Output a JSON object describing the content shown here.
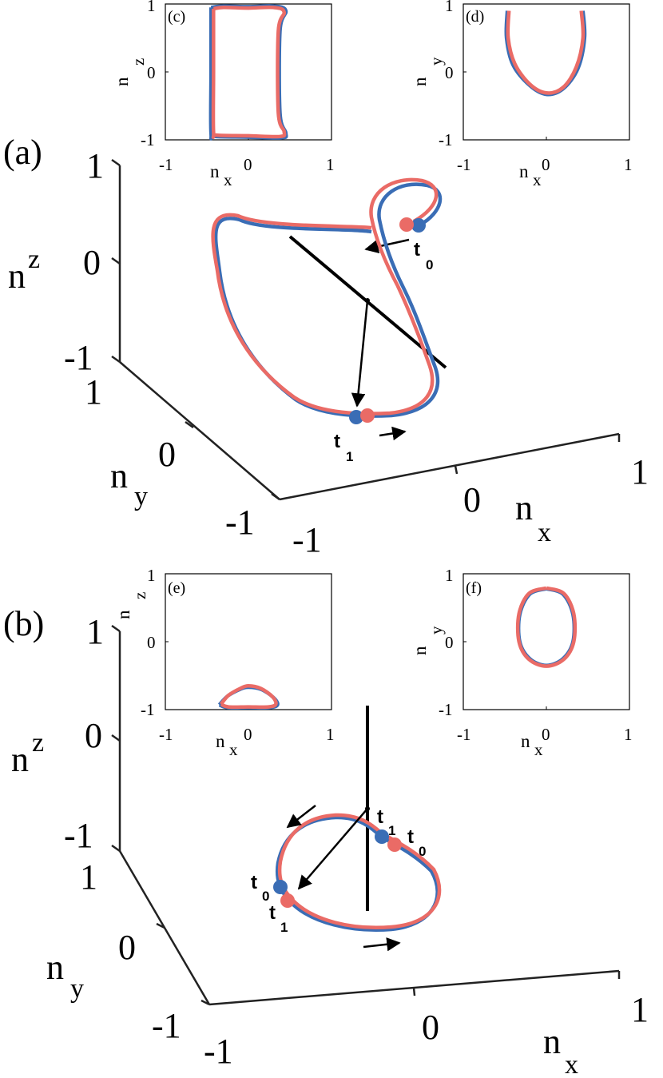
{
  "panels": {
    "a": "(a)",
    "b": "(b)",
    "c": "(c)",
    "d": "(d)",
    "e": "(e)",
    "f": "(f)"
  },
  "axis_labels": {
    "nx_main": "n",
    "nx_sub": "x",
    "ny_main": "n",
    "ny_sub": "y",
    "nz_main": "n",
    "nz_sub": "z"
  },
  "time_labels": {
    "t0_main": "t",
    "t0_sub": "0",
    "t1_main": "t",
    "t1_sub": "1"
  },
  "ticks": {
    "neg": "-1",
    "zero": "0",
    "pos": "1"
  },
  "colors": {
    "blue": "#3a6db5",
    "red": "#ea6b66",
    "axis": "#222222",
    "black": "#000000"
  },
  "chart_data": [
    {
      "type": "line",
      "panel": "(a)",
      "kind": "3d-trajectory",
      "xlabel": "n_x",
      "ylabel": "n_y",
      "zlabel": "n_z",
      "xlim": [
        -1,
        1
      ],
      "ylim": [
        -1,
        1
      ],
      "zlim": [
        -1,
        1
      ],
      "series": [
        {
          "color": "blue",
          "points": [
            [
              0.0,
              0.0,
              0.45
            ],
            [
              0.3,
              0.4,
              0.5
            ],
            [
              0.45,
              0.5,
              0.7
            ],
            [
              0.5,
              0.55,
              0.9
            ],
            [
              0.55,
              0.7,
              0.75
            ],
            [
              0.4,
              0.9,
              0.5
            ],
            [
              0.3,
              0.6,
              0.0
            ],
            [
              0.3,
              0.2,
              -0.8
            ],
            [
              -0.2,
              0.0,
              -0.85
            ],
            [
              -0.6,
              -0.2,
              -0.3
            ],
            [
              -0.7,
              -0.4,
              0.3
            ],
            [
              -0.5,
              -0.2,
              0.55
            ],
            [
              0.0,
              0.0,
              0.45
            ]
          ]
        },
        {
          "color": "red",
          "points": [
            [
              0.0,
              0.0,
              0.48
            ],
            [
              0.3,
              0.4,
              0.52
            ],
            [
              0.43,
              0.5,
              0.72
            ],
            [
              0.48,
              0.55,
              0.93
            ],
            [
              0.53,
              0.7,
              0.78
            ],
            [
              0.38,
              0.9,
              0.52
            ],
            [
              0.27,
              0.6,
              0.02
            ],
            [
              0.27,
              0.2,
              -0.78
            ],
            [
              -0.2,
              0.0,
              -0.83
            ],
            [
              -0.62,
              -0.2,
              -0.28
            ],
            [
              -0.72,
              -0.4,
              0.32
            ],
            [
              -0.5,
              -0.2,
              0.57
            ],
            [
              0.0,
              0.0,
              0.48
            ]
          ]
        }
      ],
      "markers": [
        {
          "label": "t_0",
          "series": "blue",
          "point": [
            0.55,
            0.7,
            0.75
          ]
        },
        {
          "label": "t_0",
          "series": "red",
          "point": [
            0.5,
            0.68,
            0.77
          ]
        },
        {
          "label": "t_1",
          "series": "blue",
          "point": [
            0.1,
            0.1,
            -0.85
          ]
        },
        {
          "label": "t_1",
          "series": "red",
          "point": [
            0.15,
            0.1,
            -0.84
          ]
        }
      ]
    },
    {
      "type": "line",
      "panel": "(c)",
      "xlabel": "n_x",
      "ylabel": "n_z",
      "xlim": [
        -1,
        1
      ],
      "ylim": [
        -1,
        1
      ],
      "xticks": [
        -1,
        0,
        1
      ],
      "yticks": [
        -1,
        0,
        1
      ],
      "series": [
        {
          "color": "blue",
          "x": [
            -0.45,
            -0.3,
            0.0,
            0.3,
            0.45,
            0.38,
            0.38,
            0.45,
            0.4,
            0.0,
            -0.4,
            -0.45,
            -0.45,
            -0.45
          ],
          "y": [
            0.95,
            0.97,
            0.96,
            0.97,
            0.9,
            0.6,
            -0.6,
            -0.9,
            -0.97,
            -0.96,
            -0.95,
            -0.9,
            0.0,
            0.95
          ]
        },
        {
          "color": "red",
          "x": [
            -0.42,
            -0.3,
            0.0,
            0.3,
            0.43,
            0.36,
            0.36,
            0.43,
            0.38,
            0.0,
            -0.38,
            -0.42,
            -0.42,
            -0.42
          ],
          "y": [
            0.93,
            0.95,
            0.94,
            0.95,
            0.88,
            0.6,
            -0.6,
            -0.88,
            -0.95,
            -0.94,
            -0.93,
            -0.88,
            0.0,
            0.93
          ]
        }
      ]
    },
    {
      "type": "line",
      "panel": "(d)",
      "xlabel": "n_x",
      "ylabel": "n_y",
      "xlim": [
        -1,
        1
      ],
      "ylim": [
        -1,
        1
      ],
      "xticks": [
        -1,
        0,
        1
      ],
      "yticks": [
        -1,
        0,
        1
      ],
      "series": [
        {
          "color": "blue",
          "x": [
            -0.47,
            -0.48,
            -0.4,
            -0.2,
            0.0,
            0.2,
            0.38,
            0.46,
            0.44
          ],
          "y": [
            0.9,
            0.5,
            0.1,
            -0.2,
            -0.33,
            -0.25,
            0.05,
            0.5,
            0.9
          ]
        },
        {
          "color": "red",
          "x": [
            -0.45,
            -0.46,
            -0.38,
            -0.2,
            0.0,
            0.2,
            0.36,
            0.44,
            0.42
          ],
          "y": [
            0.9,
            0.5,
            0.12,
            -0.18,
            -0.31,
            -0.23,
            0.07,
            0.5,
            0.9
          ]
        }
      ]
    },
    {
      "type": "line",
      "panel": "(b)",
      "kind": "3d-trajectory",
      "xlabel": "n_x",
      "ylabel": "n_y",
      "zlabel": "n_z",
      "xlim": [
        -1,
        1
      ],
      "ylim": [
        -1,
        1
      ],
      "zlim": [
        -1,
        1
      ],
      "series": [
        {
          "color": "blue",
          "points": [
            [
              0.3,
              0.0,
              -0.75
            ],
            [
              0.2,
              0.3,
              -0.7
            ],
            [
              -0.1,
              0.4,
              -0.72
            ],
            [
              -0.35,
              0.2,
              -0.8
            ],
            [
              -0.38,
              -0.1,
              -0.9
            ],
            [
              -0.2,
              -0.35,
              -0.95
            ],
            [
              0.15,
              -0.35,
              -0.9
            ],
            [
              0.35,
              -0.15,
              -0.85
            ],
            [
              0.3,
              0.0,
              -0.75
            ]
          ]
        },
        {
          "color": "red",
          "points": [
            [
              0.31,
              0.0,
              -0.74
            ],
            [
              0.21,
              0.31,
              -0.69
            ],
            [
              -0.1,
              0.41,
              -0.71
            ],
            [
              -0.36,
              0.21,
              -0.79
            ],
            [
              -0.39,
              -0.1,
              -0.89
            ],
            [
              -0.2,
              -0.36,
              -0.94
            ],
            [
              0.16,
              -0.36,
              -0.89
            ],
            [
              0.36,
              -0.15,
              -0.84
            ],
            [
              0.31,
              0.0,
              -0.74
            ]
          ]
        }
      ],
      "markers": [
        {
          "label": "t_1",
          "series": "blue",
          "point": [
            0.25,
            0.1,
            -0.74
          ]
        },
        {
          "label": "t_0",
          "series": "red",
          "point": [
            0.3,
            0.05,
            -0.76
          ]
        },
        {
          "label": "t_0",
          "series": "blue",
          "point": [
            -0.38,
            0.0,
            -0.85
          ]
        },
        {
          "label": "t_1",
          "series": "red",
          "point": [
            -0.37,
            -0.08,
            -0.9
          ]
        }
      ]
    },
    {
      "type": "line",
      "panel": "(e)",
      "xlabel": "n_x",
      "ylabel": "n_z",
      "xlim": [
        -1,
        1
      ],
      "ylim": [
        -1,
        1
      ],
      "xticks": [
        -1,
        0,
        1
      ],
      "yticks": [
        -1,
        0,
        1
      ],
      "series": [
        {
          "color": "blue",
          "x": [
            -0.35,
            -0.25,
            -0.1,
            0.0,
            0.15,
            0.3,
            0.35,
            0.25,
            0.0,
            -0.25,
            -0.35
          ],
          "y": [
            -0.93,
            -0.8,
            -0.7,
            -0.67,
            -0.7,
            -0.82,
            -0.93,
            -0.97,
            -0.97,
            -0.97,
            -0.93
          ]
        },
        {
          "color": "red",
          "x": [
            -0.33,
            -0.24,
            -0.1,
            0.0,
            0.15,
            0.29,
            0.33,
            0.24,
            0.0,
            -0.24,
            -0.33
          ],
          "y": [
            -0.92,
            -0.79,
            -0.69,
            -0.65,
            -0.69,
            -0.81,
            -0.92,
            -0.96,
            -0.96,
            -0.96,
            -0.92
          ]
        }
      ]
    },
    {
      "type": "line",
      "panel": "(f)",
      "xlabel": "n_x",
      "ylabel": "n_y",
      "xlim": [
        -1,
        1
      ],
      "ylim": [
        -1,
        1
      ],
      "xticks": [
        -1,
        0,
        1
      ],
      "yticks": [
        -1,
        0,
        1
      ],
      "series": [
        {
          "color": "blue",
          "x": [
            0.0,
            0.2,
            0.32,
            0.32,
            0.2,
            0.0,
            -0.2,
            -0.32,
            -0.32,
            -0.2,
            0.0
          ],
          "y": [
            0.78,
            0.7,
            0.4,
            0.0,
            -0.25,
            -0.35,
            -0.25,
            0.0,
            0.4,
            0.7,
            0.78
          ]
        },
        {
          "color": "red",
          "x": [
            0.0,
            0.21,
            0.33,
            0.33,
            0.21,
            0.0,
            -0.21,
            -0.33,
            -0.33,
            -0.21,
            0.0
          ],
          "y": [
            0.79,
            0.71,
            0.41,
            0.0,
            -0.26,
            -0.36,
            -0.26,
            0.0,
            0.41,
            0.71,
            0.79
          ]
        }
      ]
    }
  ]
}
